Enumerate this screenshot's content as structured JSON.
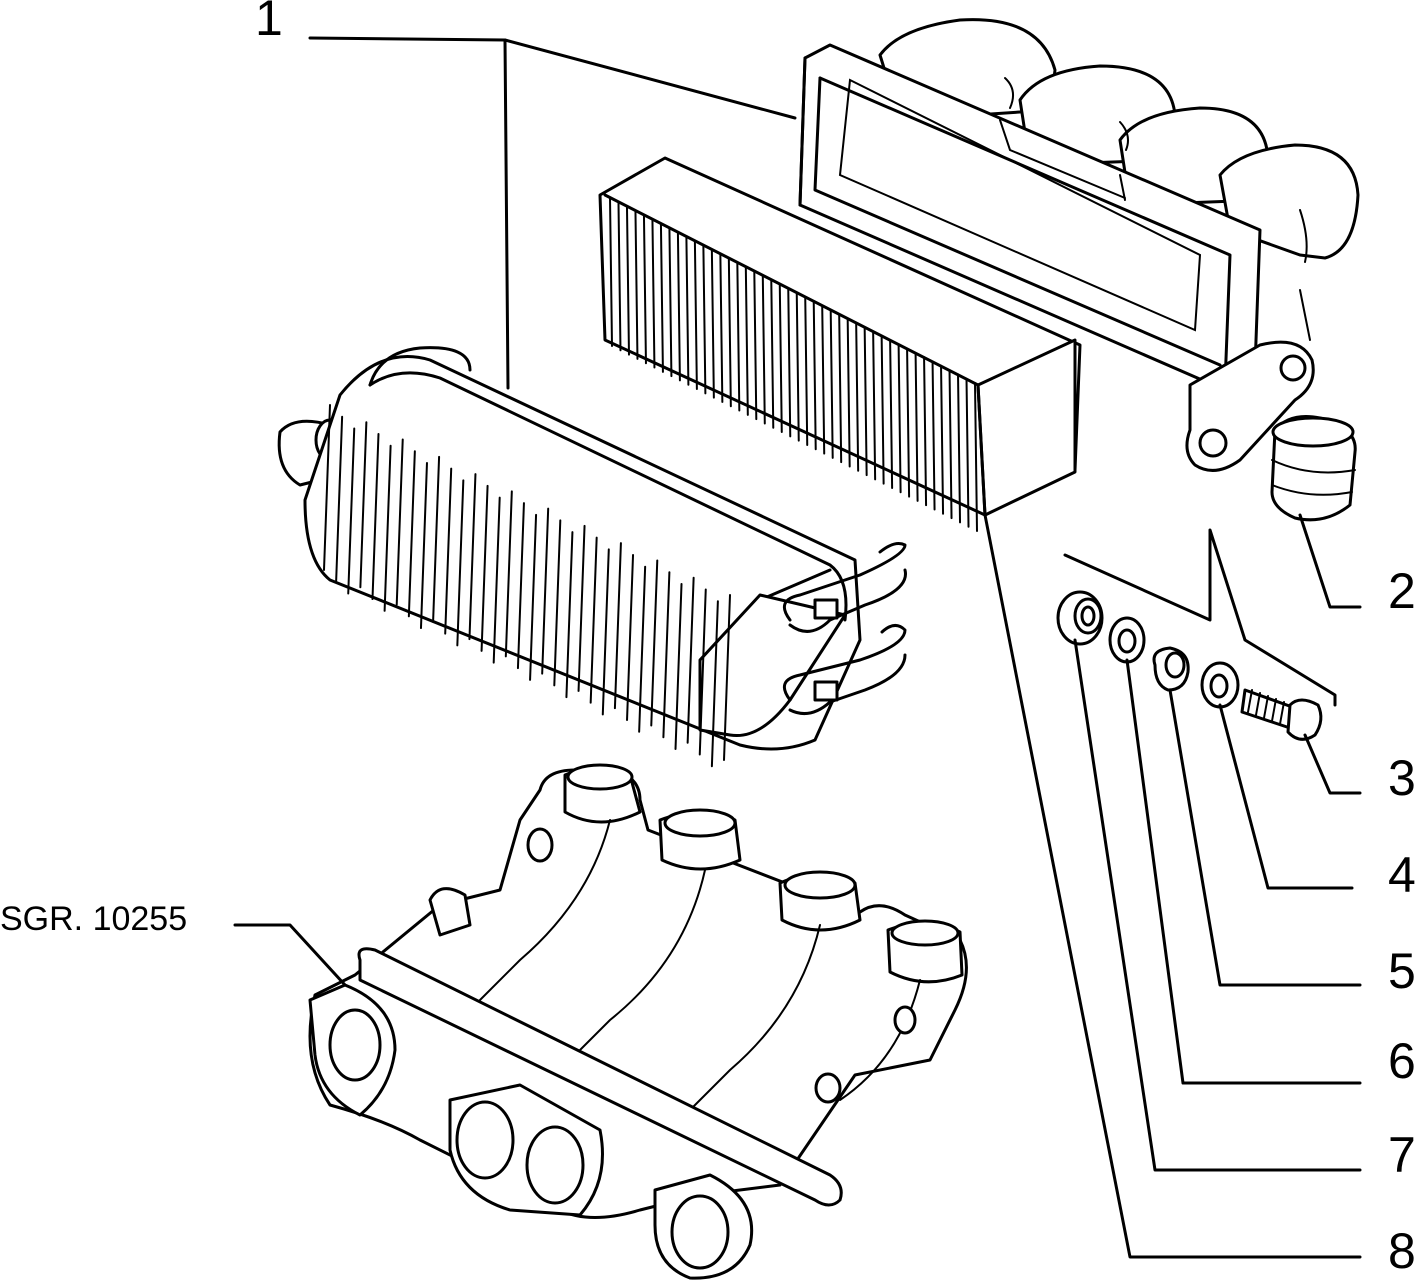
{
  "reference_label": "SGR. 10255",
  "callouts": [
    {
      "id": "1",
      "text": "1"
    },
    {
      "id": "2",
      "text": "2"
    },
    {
      "id": "3",
      "text": "3"
    },
    {
      "id": "4",
      "text": "4"
    },
    {
      "id": "5",
      "text": "5"
    },
    {
      "id": "6",
      "text": "6"
    },
    {
      "id": "7",
      "text": "7"
    },
    {
      "id": "8",
      "text": "8"
    }
  ],
  "colors": {
    "ink": "#000000",
    "paper": "#ffffff"
  }
}
